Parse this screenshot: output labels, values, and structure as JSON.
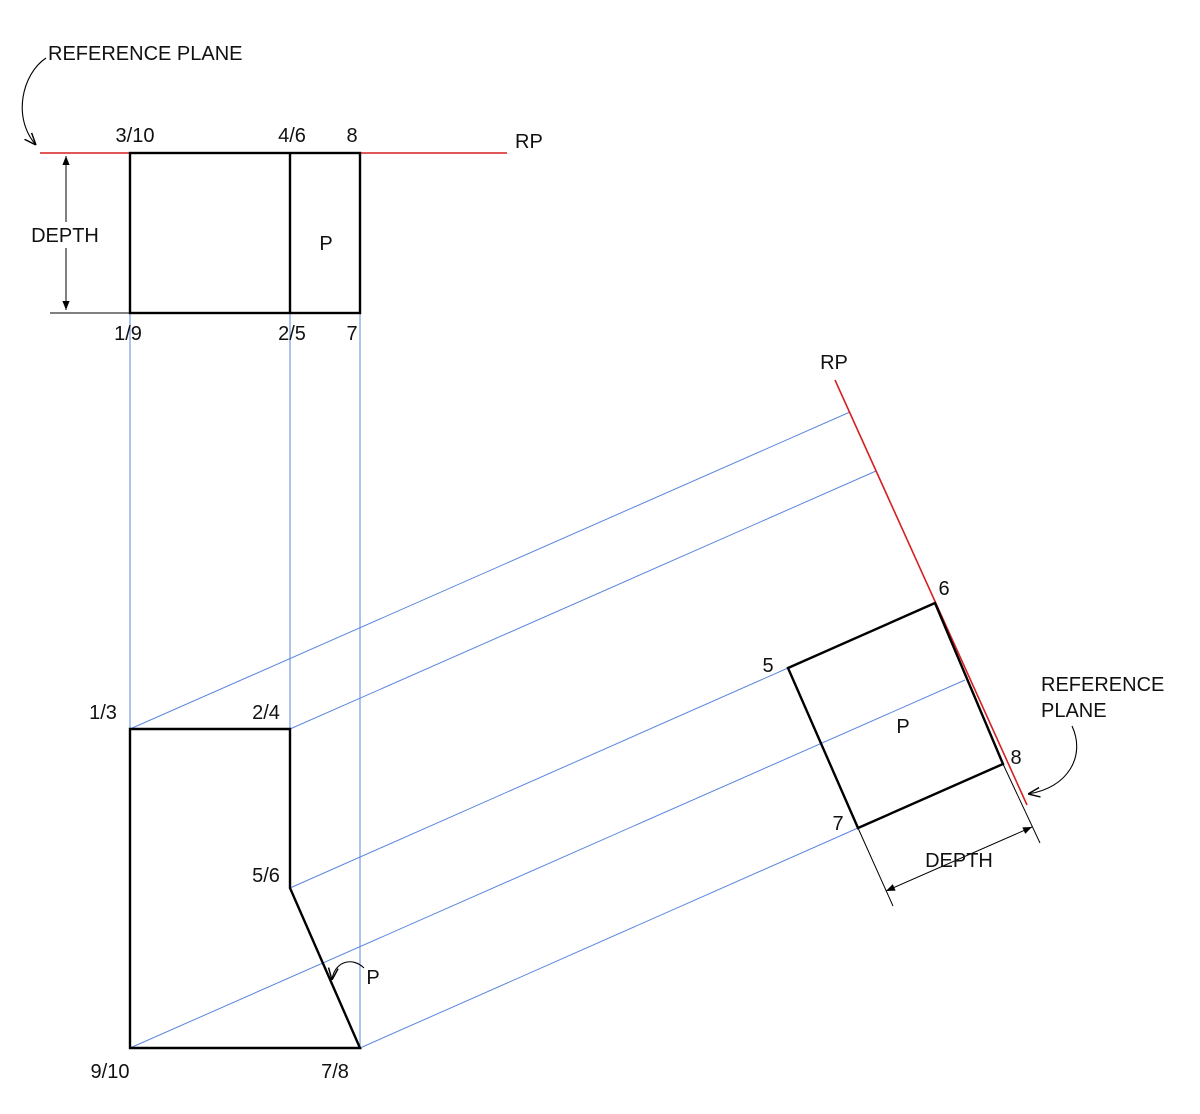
{
  "colors": {
    "reference_plane": "#d62020",
    "projection_lines": "#5b86e0",
    "object_lines": "#000000"
  },
  "top_view": {
    "reference_plane_note": "REFERENCE PLANE",
    "rp_label": "RP",
    "depth_label": "DEPTH",
    "surface_label": "P",
    "points": {
      "p3_10": "3/10",
      "p4_6": "4/6",
      "p8": "8",
      "p1_9": "1/9",
      "p2_5": "2/5",
      "p7": "7"
    }
  },
  "front_view": {
    "surface_label": "P",
    "points": {
      "p1_3": "1/3",
      "p2_4": "2/4",
      "p5_6": "5/6",
      "p9_10": "9/10",
      "p7_8": "7/8"
    }
  },
  "auxiliary_view": {
    "rp_label": "RP",
    "reference_plane_note_line1": "REFERENCE",
    "reference_plane_note_line2": "PLANE",
    "depth_label": "DEPTH",
    "surface_label": "P",
    "points": {
      "p5": "5",
      "p6": "6",
      "p7": "7",
      "p8": "8"
    }
  }
}
